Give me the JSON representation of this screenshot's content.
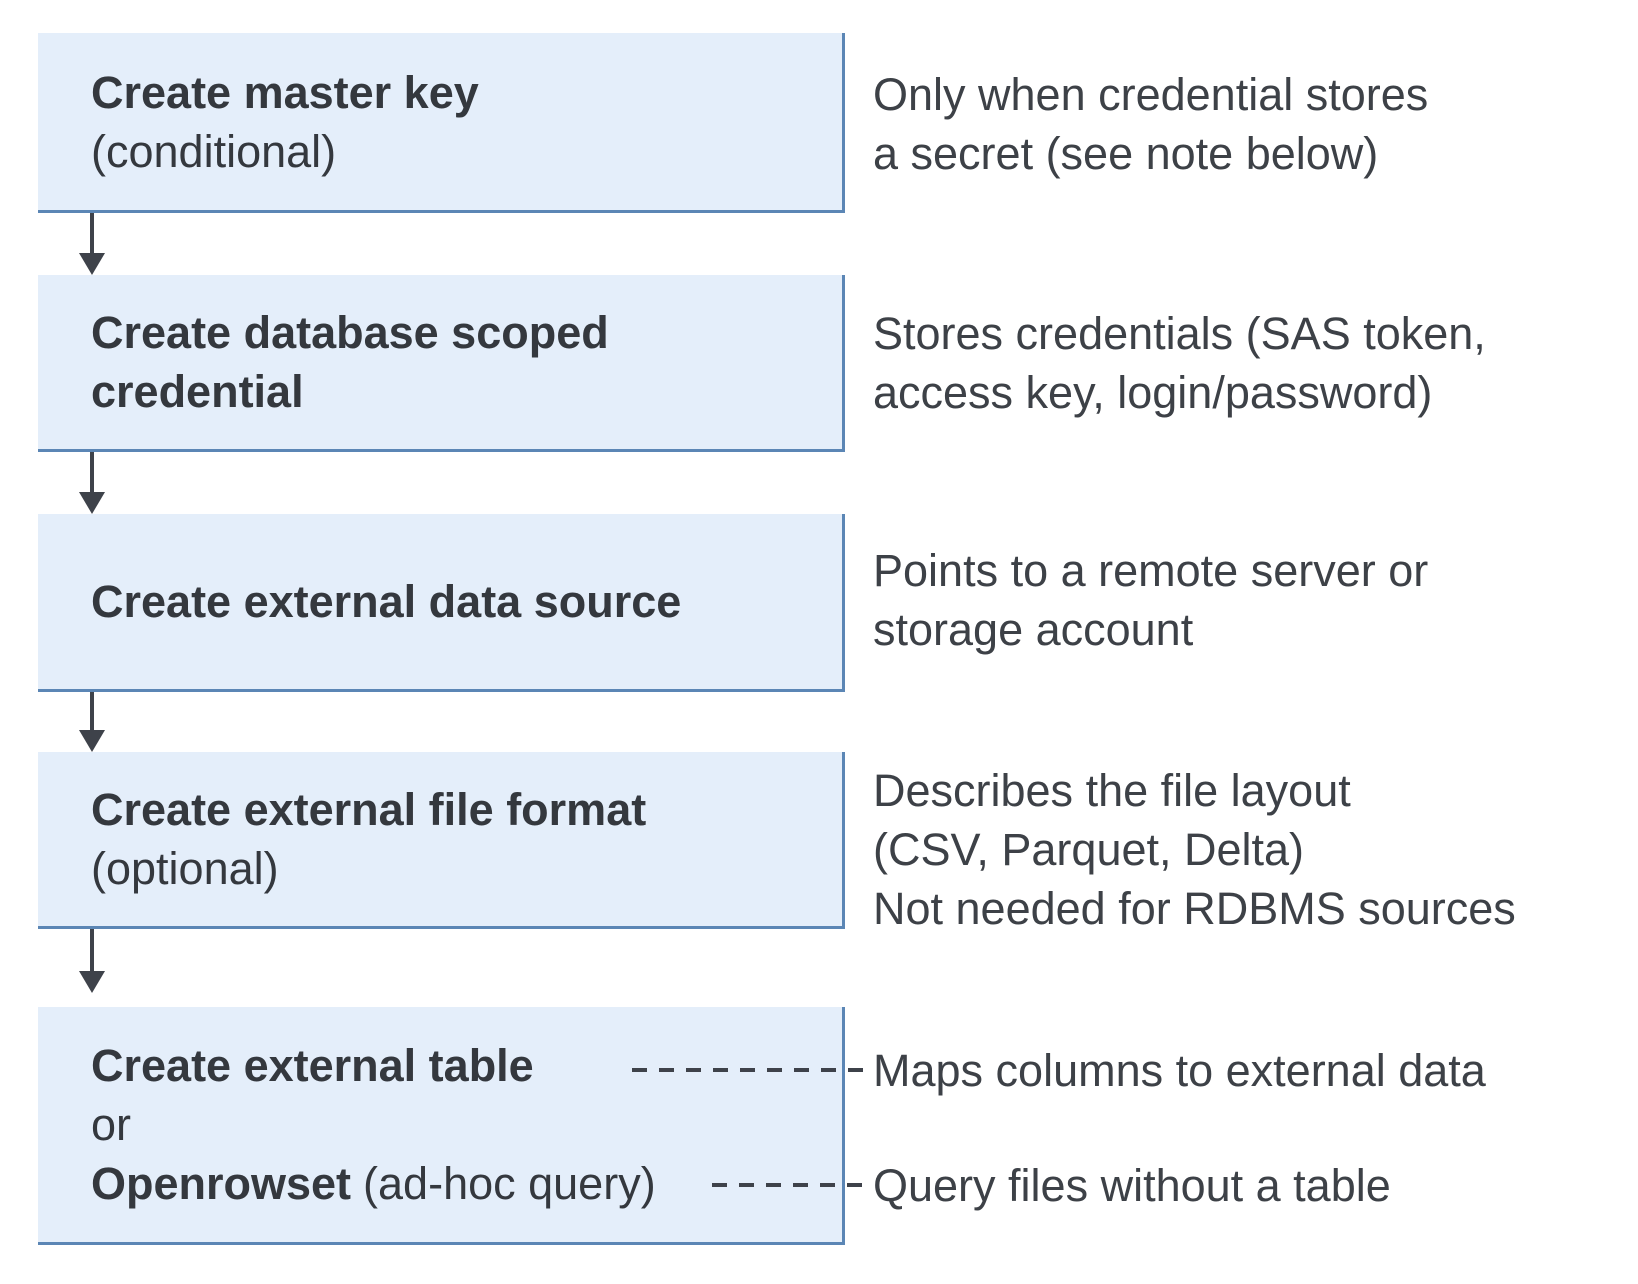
{
  "palette": {
    "box_fill": "#e4eefa",
    "box_border": "#5b86b5",
    "title_text": "#34383e",
    "note_text": "#3d4147",
    "connector": "#3e424a",
    "background": "#ffffff"
  },
  "steps": [
    {
      "title": "Create master key",
      "qualifier": "(conditional)",
      "note_lines": [
        "Only when credential stores",
        "a secret (see note below)"
      ]
    },
    {
      "title": "Create database scoped credential",
      "note_lines": [
        "Stores credentials (SAS token,",
        "access key, login/password)"
      ]
    },
    {
      "title": "Create external data source",
      "note_lines": [
        "Points to a remote server or",
        "storage account"
      ]
    },
    {
      "title": "Create external file format",
      "qualifier": "(optional)",
      "note_lines": [
        "Describes the file layout",
        "(CSV, Parquet, Delta)",
        "Not needed for RDBMS sources"
      ]
    },
    {
      "title": "Create external table",
      "conjunction": "or",
      "alt_title": "Openrowset",
      "alt_qualifier": "(ad-hoc query)",
      "note_table": "Maps columns to external data",
      "note_openrowset": "Query files without a table"
    }
  ]
}
